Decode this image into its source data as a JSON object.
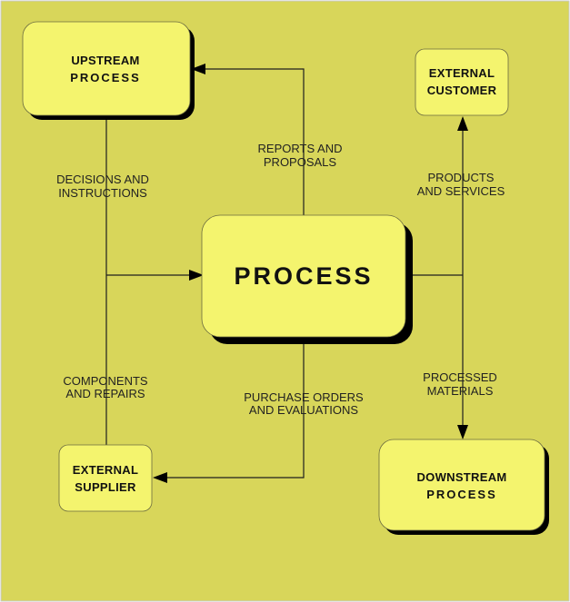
{
  "colors": {
    "background": "#d8d65a",
    "box_fill": "#f4f46e",
    "shadow": "#000000",
    "line": "#1f1f1f"
  },
  "boxes": {
    "upstream": {
      "line1": "UPSTREAM",
      "line2": "PROCESS"
    },
    "external_customer": {
      "line1": "EXTERNAL",
      "line2": "CUSTOMER"
    },
    "process": {
      "label": "PROCESS"
    },
    "external_supplier": {
      "line1": "EXTERNAL",
      "line2": "SUPPLIER"
    },
    "downstream": {
      "line1": "DOWNSTREAM",
      "line2": "PROCESS"
    }
  },
  "flows": {
    "reports": {
      "line1": "REPORTS AND",
      "line2": "PROPOSALS"
    },
    "decisions": {
      "line1": "DECISIONS AND",
      "line2": "INSTRUCTIONS"
    },
    "products": {
      "line1": "PRODUCTS",
      "line2": "AND SERVICES"
    },
    "components": {
      "line1": "COMPONENTS",
      "line2": "AND REPAIRS"
    },
    "purchase": {
      "line1": "PURCHASE ORDERS",
      "line2": "AND EVALUATIONS"
    },
    "processed": {
      "line1": "PROCESSED",
      "line2": "MATERIALS"
    }
  }
}
